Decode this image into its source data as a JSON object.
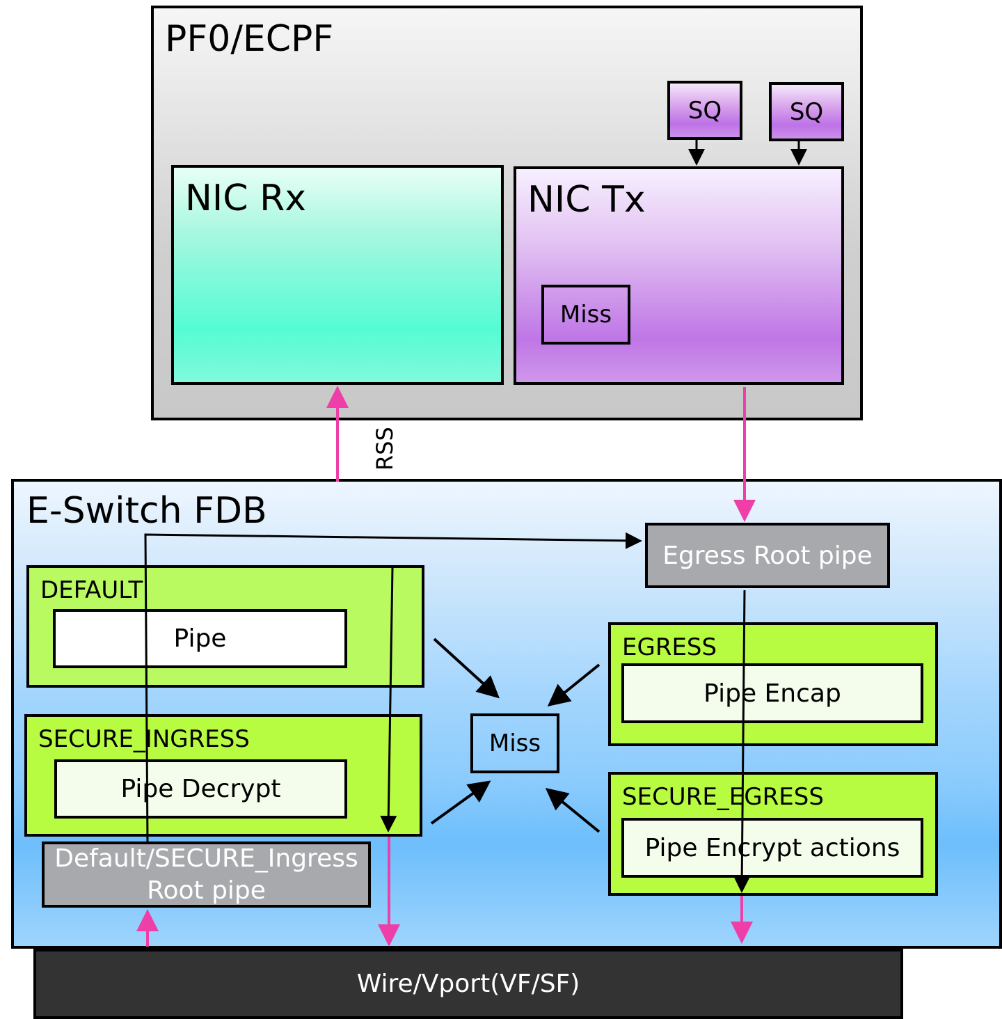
{
  "pf0": {
    "title": "PF0/ECPF",
    "nic_rx": {
      "title": "NIC Rx"
    },
    "nic_tx": {
      "title": "NIC Tx",
      "miss_label": "Miss"
    },
    "send_queues": [
      {
        "label": "SQ"
      },
      {
        "label": "SQ"
      }
    ]
  },
  "connector_labels": {
    "rss": "RSS"
  },
  "eswitch": {
    "title": "E-Switch FDB",
    "egress_root_pipe": "Egress Root pipe",
    "ingress_root_pipe": {
      "line1": "Default/SECURE_Ingress",
      "line2": "Root pipe"
    },
    "miss_label": "Miss",
    "groups": [
      {
        "title": "DEFAULT",
        "pipe": "Pipe"
      },
      {
        "title": "SECURE_INGRESS",
        "pipe": "Pipe Decrypt"
      },
      {
        "title": "EGRESS",
        "pipe": "Pipe Encap"
      },
      {
        "title": "SECURE_EGRESS",
        "pipe": "Pipe Encrypt actions"
      }
    ]
  },
  "wire": {
    "label": "Wire/Vport(VF/SF)"
  },
  "colors": {
    "traffic_arrow": "#ee3fa8",
    "control_arrow": "#000000",
    "group_fill": "#b8fc41",
    "root_pipe_fill": "#a7a9ac",
    "wire_fill": "#333333",
    "nic_rx_fill": "#55fcd3",
    "nic_tx_fill": "#bf76e6"
  }
}
